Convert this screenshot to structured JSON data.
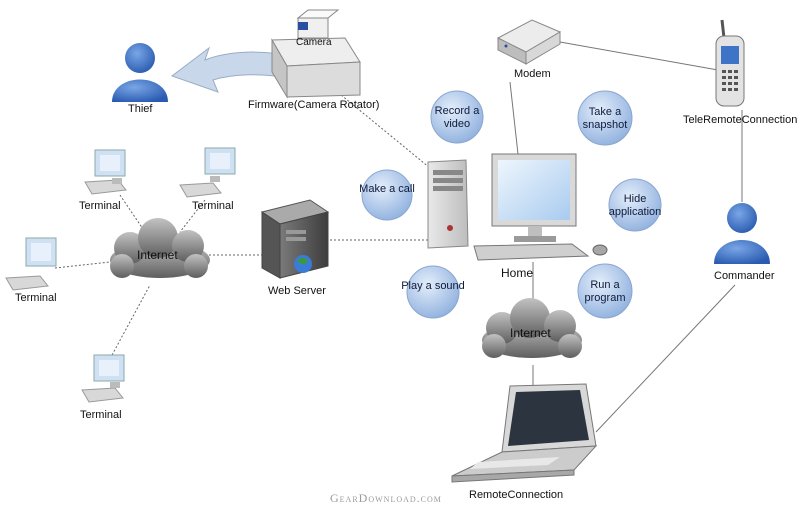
{
  "nodes": {
    "thief": "Thief",
    "firmware": "Firmware(Camera Rotator)",
    "camera": "Camera",
    "modem": "Modem",
    "tele_remote": "TeleRemoteConnection",
    "commander": "Commander",
    "home": "Home",
    "web_server": "Web Server",
    "remote_connection": "RemoteConnection",
    "terminals": [
      "Terminal",
      "Terminal",
      "Terminal",
      "Terminal"
    ],
    "internet_left": "Internet",
    "internet_right": "Internet"
  },
  "bubbles": {
    "record_video": "Record a video",
    "take_snapshot": "Take a snapshot",
    "make_call": "Make a call",
    "hide_application": "Hide application",
    "play_sound": "Play a sound",
    "run_program": "Run a program"
  },
  "watermark": "GearDownload.com",
  "colors": {
    "bubble_fill": "#a9c4ea",
    "person_fill": "#3e74c8",
    "arrow_fill": "#c8d8ea",
    "cloud_fill": "#8f8f8f",
    "screen_fill": "#cfe3f5",
    "line": "#555555"
  }
}
